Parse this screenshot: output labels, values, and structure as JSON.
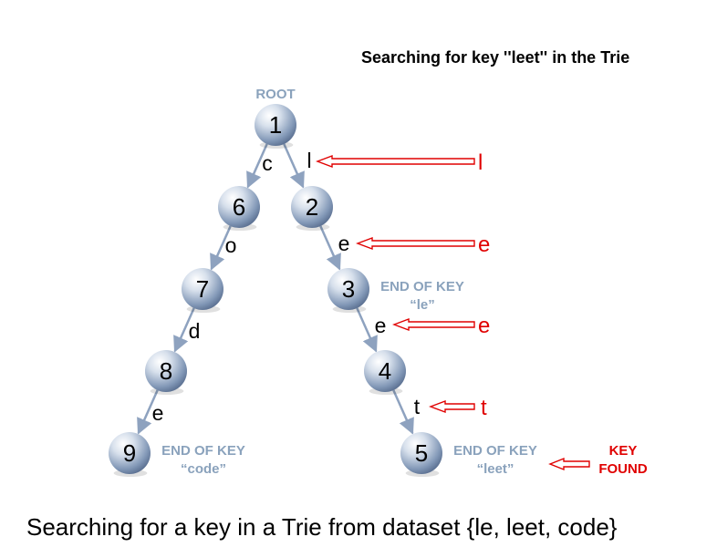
{
  "title": "Searching for key ''leet'' in the Trie",
  "root_label": "ROOT",
  "caption": "Searching for a key in a Trie from dataset {le, leet, code}",
  "nodes": [
    {
      "id": "1"
    },
    {
      "id": "2"
    },
    {
      "id": "3"
    },
    {
      "id": "4"
    },
    {
      "id": "5"
    },
    {
      "id": "6"
    },
    {
      "id": "7"
    },
    {
      "id": "8"
    },
    {
      "id": "9"
    }
  ],
  "edges": [
    {
      "from": "1",
      "to": "6",
      "label": "c"
    },
    {
      "from": "1",
      "to": "2",
      "label": "l"
    },
    {
      "from": "6",
      "to": "7",
      "label": "o"
    },
    {
      "from": "7",
      "to": "8",
      "label": "d"
    },
    {
      "from": "8",
      "to": "9",
      "label": "e"
    },
    {
      "from": "2",
      "to": "3",
      "label": "e"
    },
    {
      "from": "3",
      "to": "4",
      "label": "e"
    },
    {
      "from": "4",
      "to": "5",
      "label": "t"
    }
  ],
  "search_steps": [
    {
      "char": "l"
    },
    {
      "char": "e"
    },
    {
      "char": "e"
    },
    {
      "char": "t"
    }
  ],
  "end_notes": [
    {
      "node": "3",
      "line1": "END OF KEY",
      "line2": "“le”"
    },
    {
      "node": "9",
      "line1": "END OF KEY",
      "line2": "“code”"
    },
    {
      "node": "5",
      "line1": "END OF KEY",
      "line2": "“leet”"
    }
  ],
  "result": {
    "line1": "KEY",
    "line2": "FOUND"
  },
  "colors": {
    "node_light": "#e9eef5",
    "node_dark": "#7b8fae",
    "edge": "#8ea2bf",
    "highlight": "#e00000",
    "note": "#8aa2bc"
  }
}
